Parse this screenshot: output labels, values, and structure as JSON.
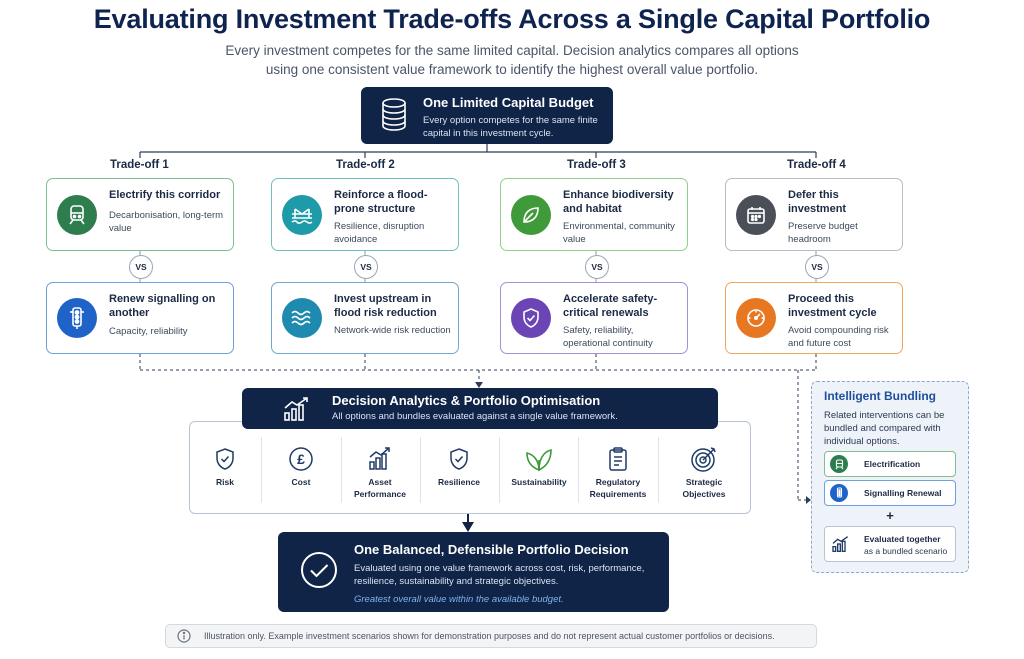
{
  "header": {
    "title": "Evaluating Investment Trade-offs Across a Single Capital Portfolio",
    "subtitle_line1": "Every investment competes for the same limited capital. Decision analytics compares all options",
    "subtitle_line2": "using one consistent value framework to identify the highest overall value portfolio."
  },
  "budget": {
    "title": "One Limited Capital Budget",
    "description": "Every option competes for the same finite capital in this investment cycle.",
    "icon": "coin-stack-icon"
  },
  "tradeoffs": [
    {
      "label": "Trade-off 1",
      "top": {
        "title": "Electrify this corridor",
        "desc": "Decarbonisation, long-term value",
        "icon": "train-icon",
        "color": "#2e7d4f"
      },
      "vs": "VS",
      "bottom": {
        "title": "Renew signalling on another",
        "desc": "Capacity, reliability",
        "icon": "traffic-light-icon",
        "color": "#1f63c9"
      }
    },
    {
      "label": "Trade-off 2",
      "top": {
        "title": "Reinforce a flood-prone structure",
        "desc": "Resilience, disruption avoidance",
        "icon": "bridge-icon",
        "color": "#1f9aa8"
      },
      "vs": "VS",
      "bottom": {
        "title": "Invest upstream in flood risk reduction",
        "desc": "Network-wide risk reduction",
        "icon": "water-waves-icon",
        "color": "#1f8ab0"
      }
    },
    {
      "label": "Trade-off 3",
      "top": {
        "title": "Enhance biodiversity and habitat",
        "desc": "Environmental, community value",
        "icon": "leaf-icon",
        "color": "#3f9a3a"
      },
      "vs": "VS",
      "bottom": {
        "title": "Accelerate safety-critical renewals",
        "desc": "Safety, reliability, operational continuity",
        "icon": "shield-check-icon",
        "color": "#6b45b5"
      }
    },
    {
      "label": "Trade-off 4",
      "top": {
        "title": "Defer this investment",
        "desc": "Preserve budget headroom",
        "icon": "calendar-icon",
        "color": "#4a4f58"
      },
      "vs": "VS",
      "bottom": {
        "title": "Proceed this investment cycle",
        "desc": "Avoid compounding risk and future cost",
        "icon": "gauge-icon",
        "color": "#e87722"
      }
    }
  ],
  "analytics": {
    "title": "Decision Analytics & Portfolio Optimisation",
    "subtitle": "All options and bundles evaluated against a single value framework.",
    "icon": "bar-chart-trend-icon"
  },
  "criteria": [
    {
      "label": "Risk",
      "icon": "shield-icon"
    },
    {
      "label": "Cost",
      "icon": "pound-icon"
    },
    {
      "label": "Asset Performance",
      "icon": "bar-chart-icon"
    },
    {
      "label": "Resilience",
      "icon": "shield-check-icon"
    },
    {
      "label": "Sustainability",
      "icon": "leaf-icon"
    },
    {
      "label": "Regulatory Requirements",
      "icon": "clipboard-icon"
    },
    {
      "label": "Strategic Objectives",
      "icon": "target-icon"
    }
  ],
  "decision": {
    "title": "One Balanced, Defensible Portfolio Decision",
    "description": "Evaluated using one value framework across cost, risk, performance, resilience, sustainability and strategic objectives.",
    "highlight": "Greatest overall value within the available budget.",
    "icon": "check-circle-icon"
  },
  "bundling": {
    "title": "Intelligent Bundling",
    "description": "Related interventions can be bundled and compared with individual options.",
    "item1": "Electrification",
    "item2": "Signalling Renewal",
    "plus": "+",
    "result_line1": "Evaluated together",
    "result_line2": "as a bundled scenario"
  },
  "footnote": {
    "text": "Illustration only. Example investment scenarios shown for demonstration purposes and do not represent actual customer portfolios or decisions.",
    "icon": "info-icon"
  }
}
